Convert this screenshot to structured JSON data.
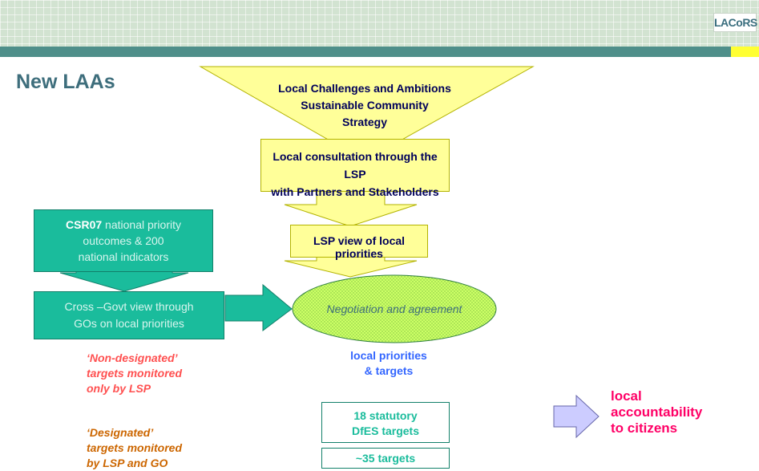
{
  "header": {
    "logo_text": "LACoRS",
    "accent_color": "#4f8f8a",
    "highlight_color": "#ffff33"
  },
  "title": "New LAAs",
  "funnel": {
    "line1": "Local Challenges and Ambitions",
    "line2": "Sustainable Community",
    "line3": "Strategy",
    "fill": "#ffff99"
  },
  "consultation": {
    "line1": "Local consultation through the LSP",
    "line2": "with Partners and Stakeholders"
  },
  "lsp_view": "LSP view of local priorities",
  "csr_box": {
    "bold": "CSR07",
    "rest1": " national priority",
    "line2": "outcomes & 200",
    "line3": "national indicators",
    "fill": "#1abc9c"
  },
  "govt_box": {
    "line1": "Cross –Govt view through",
    "line2": "GOs on local priorities"
  },
  "negotiation": "Negotiation and agreement",
  "local_priorities": {
    "line1": "local priorities",
    "line2": "& targets"
  },
  "non_designated": {
    "line1": "‘Non-designated’",
    "line2": "targets monitored",
    "line3": "only by LSP"
  },
  "designated": {
    "line1": "‘Designated’",
    "line2": "targets monitored",
    "line3": "by LSP and GO"
  },
  "targets_table": {
    "row1_line1": "18 statutory",
    "row1_line2": "DfES targets",
    "row2": "~35 targets"
  },
  "accountability": {
    "line1": "local",
    "line2": "accountability",
    "line3": "to citizens"
  }
}
